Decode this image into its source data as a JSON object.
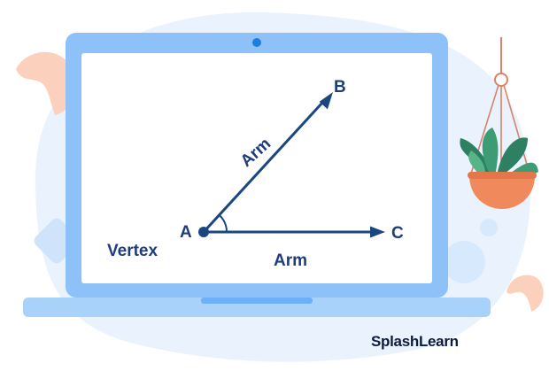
{
  "diagram": {
    "points": {
      "a": "A",
      "b": "B",
      "c": "C"
    },
    "arms": {
      "upper": "Arm",
      "lower": "Arm"
    },
    "vertex": "Vertex"
  },
  "brand": {
    "name": "SplashLearn"
  },
  "colors": {
    "ray": "#1a477f",
    "laptop_frame": "#8dc1f7",
    "laptop_base": "#a9d2fb",
    "screen": "#ffffff",
    "backdrop": "#eaf3fd",
    "text": "#1f3d7a"
  },
  "icons": [
    "laptop-icon",
    "plant-icon",
    "webcam-icon"
  ]
}
